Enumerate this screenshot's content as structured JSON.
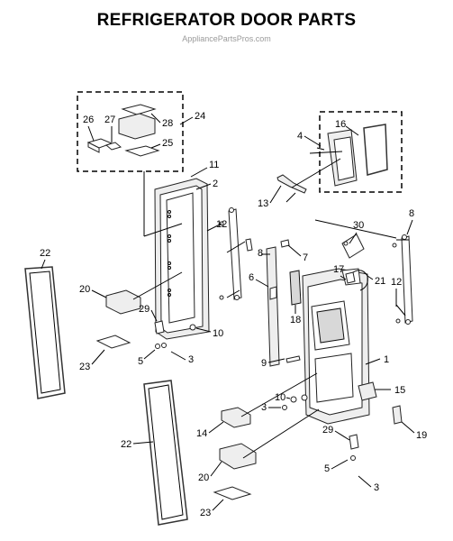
{
  "title": "REFRIGERATOR DOOR PARTS",
  "watermark": "AppliancePartsPros.com",
  "callouts": [
    "1",
    "2",
    "3",
    "3",
    "3",
    "4",
    "5",
    "5",
    "6",
    "7",
    "8",
    "8",
    "9",
    "10",
    "10",
    "11",
    "12",
    "12",
    "13",
    "14",
    "15",
    "16",
    "17",
    "18",
    "19",
    "20",
    "20",
    "21",
    "22",
    "22",
    "23",
    "23",
    "24",
    "25",
    "26",
    "27",
    "28",
    "29",
    "29",
    "30"
  ]
}
